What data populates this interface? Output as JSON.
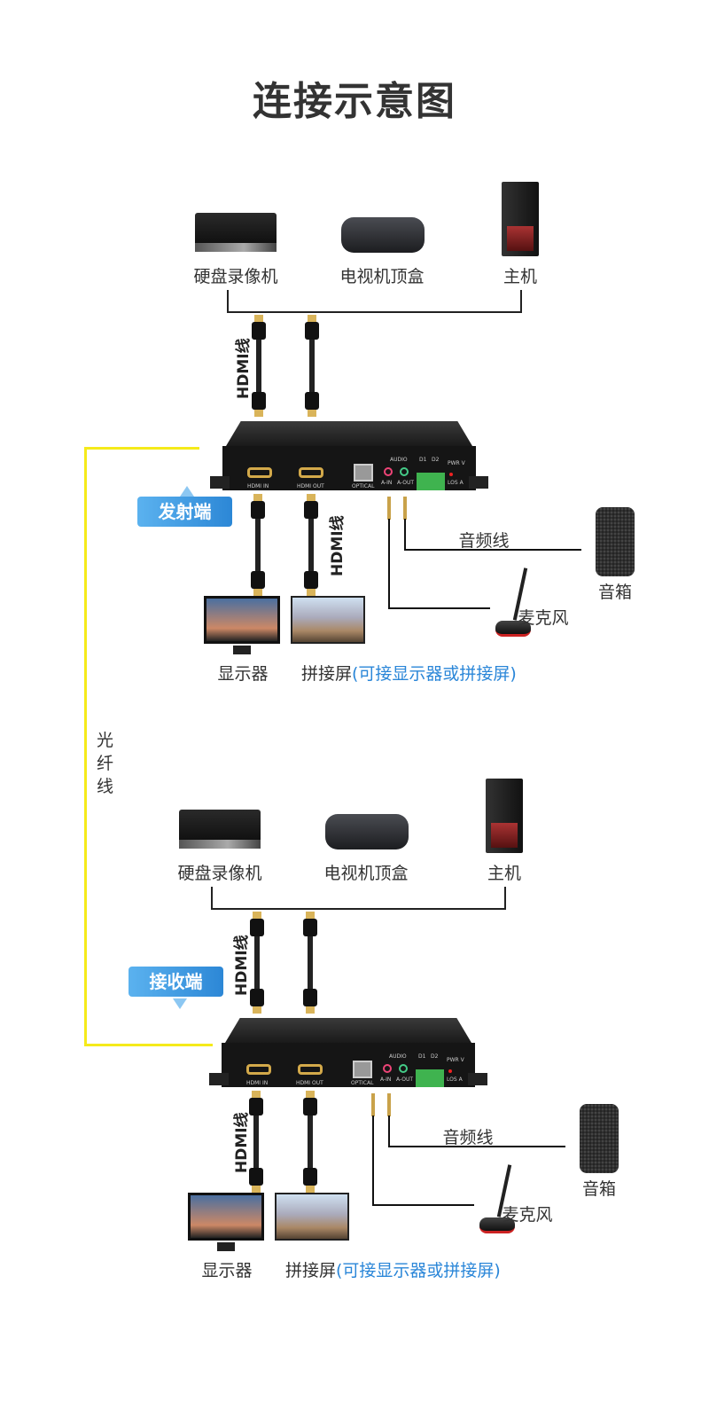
{
  "title": "连接示意图",
  "fiber_label": "光纤线",
  "colors": {
    "fiber": "#f5ea1a",
    "tag": "#2c87d6",
    "accent_text": "#2a86d8"
  },
  "sections": [
    {
      "tag": "发射端",
      "sources": [
        "硬盘录像机",
        "电视机顶盒",
        "主机"
      ],
      "hdmi_in_label": "HDMI线",
      "hdmi_out_label": "HDMI线",
      "audio_cable": "音频线",
      "speaker": "音箱",
      "mic": "麦克风",
      "monitor": "显示器",
      "wall": "拼接屏",
      "wall_note": "(可接显示器或拼接屏)"
    },
    {
      "tag": "接收端",
      "sources": [
        "硬盘录像机",
        "电视机顶盒",
        "主机"
      ],
      "hdmi_in_label": "HDMI线",
      "hdmi_out_label": "HDMI线",
      "audio_cable": "音频线",
      "speaker": "音箱",
      "mic": "麦克风",
      "monitor": "显示器",
      "wall": "拼接屏",
      "wall_note": "(可接显示器或拼接屏)"
    }
  ],
  "device": {
    "ports": [
      "HDMI IN",
      "HDMI OUT",
      "OPTICAL",
      "AUDIO",
      "A-IN",
      "A-OUT",
      "D1",
      "D2",
      "PWR V",
      "LOS A"
    ]
  }
}
